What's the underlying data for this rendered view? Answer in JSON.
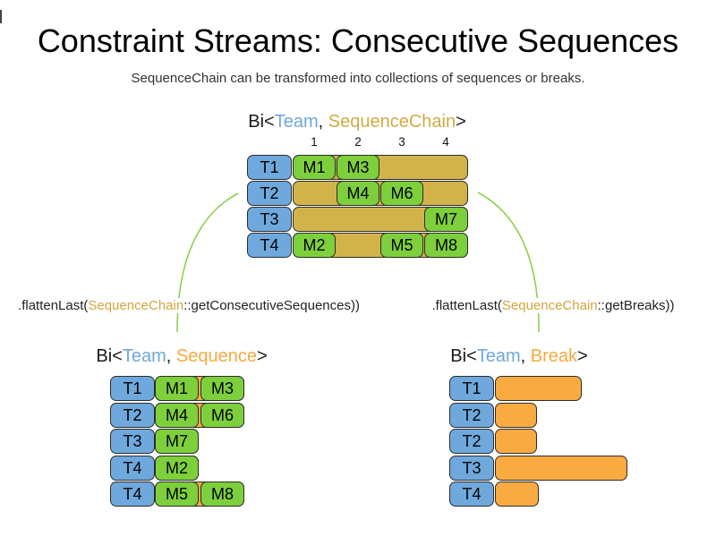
{
  "page": {
    "title": "Constraint Streams: Consecutive Sequences",
    "subtitle": "SequenceChain can be transformed into collections of sequences or breaks."
  },
  "colors": {
    "team_blue": "#6fa8dc",
    "sequence_chain_gold": "#d2b34a",
    "value_green": "#7dd03c",
    "break_orange": "#f9aa41",
    "arrow_green": "#8ed04f"
  },
  "top": {
    "header": {
      "prefix": "Bi<",
      "team": "Team",
      "sep": ", ",
      "value": "SequenceChain",
      "suffix": ">"
    },
    "columns": [
      "1",
      "2",
      "3",
      "4"
    ],
    "rows": [
      {
        "team": "T1",
        "cells": [
          {
            "label": "M1",
            "col": 1
          },
          {
            "label": "M3",
            "col": 2
          }
        ]
      },
      {
        "team": "T2",
        "cells": [
          {
            "label": "M4",
            "col": 2
          },
          {
            "label": "M6",
            "col": 3
          }
        ]
      },
      {
        "team": "T3",
        "cells": [
          {
            "label": "M7",
            "col": 4
          }
        ]
      },
      {
        "team": "T4",
        "cells": [
          {
            "label": "M2",
            "col": 1
          },
          {
            "label": "M5",
            "col": 3
          },
          {
            "label": "M8",
            "col": 4
          }
        ]
      }
    ]
  },
  "left": {
    "transform": {
      "prefix": ".flattenLast(",
      "highlight": "SequenceChain",
      "suffix": "::getConsecutiveSequences))"
    },
    "header": {
      "prefix": "Bi<",
      "team": "Team",
      "sep": ", ",
      "value": "Sequence",
      "suffix": ">"
    },
    "rows": [
      {
        "team": "T1",
        "cells": [
          {
            "label": "M1"
          },
          {
            "label": "M3"
          }
        ]
      },
      {
        "team": "T2",
        "cells": [
          {
            "label": "M4"
          },
          {
            "label": "M6"
          }
        ]
      },
      {
        "team": "T3",
        "cells": [
          {
            "label": "M7"
          }
        ]
      },
      {
        "team": "T4",
        "cells": [
          {
            "label": "M2"
          }
        ]
      },
      {
        "team": "T4",
        "cells": [
          {
            "label": "M5"
          },
          {
            "label": "M8"
          }
        ]
      }
    ]
  },
  "right": {
    "transform": {
      "prefix": ".flattenLast(",
      "highlight": "SequenceChain",
      "suffix": "::getBreaks))"
    },
    "header": {
      "prefix": "Bi<",
      "team": "Team",
      "sep": ", ",
      "value": "Break",
      "suffix": ">"
    },
    "rows": [
      {
        "team": "T1",
        "break_units": 2
      },
      {
        "team": "T2",
        "break_units": 1
      },
      {
        "team": "T2",
        "break_units": 1
      },
      {
        "team": "T3",
        "break_units": 3
      },
      {
        "team": "T4",
        "break_units": 1
      }
    ]
  }
}
